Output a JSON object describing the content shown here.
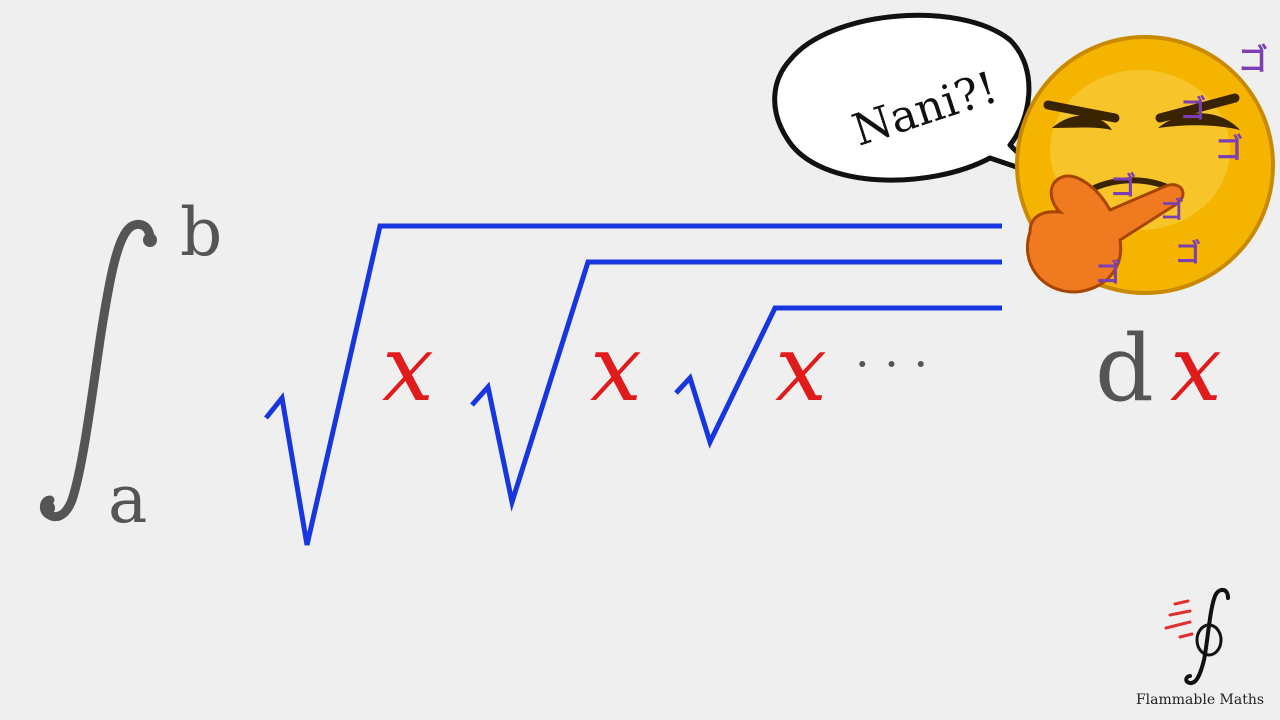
{
  "integral": {
    "lower_limit": "a",
    "upper_limit": "b",
    "variable": "x",
    "ellipsis": "· · ·",
    "differential_d": "d",
    "differential_var": "x"
  },
  "speech_bubble": {
    "text": "Nani?!"
  },
  "logo": {
    "caption": "Flammable Maths",
    "icon": "contour-integral-icon"
  },
  "colors": {
    "background": "#efefef",
    "grey_text": "#555555",
    "red_x": "#e01b1b",
    "blue_radical": "#1836e0",
    "dots": "#555555",
    "emoji_face": "#f4b400",
    "menacing_purple": "#7b3fb3",
    "hand_orange": "#f07a20",
    "logo_red": "#e03030",
    "logo_black": "#111111"
  }
}
